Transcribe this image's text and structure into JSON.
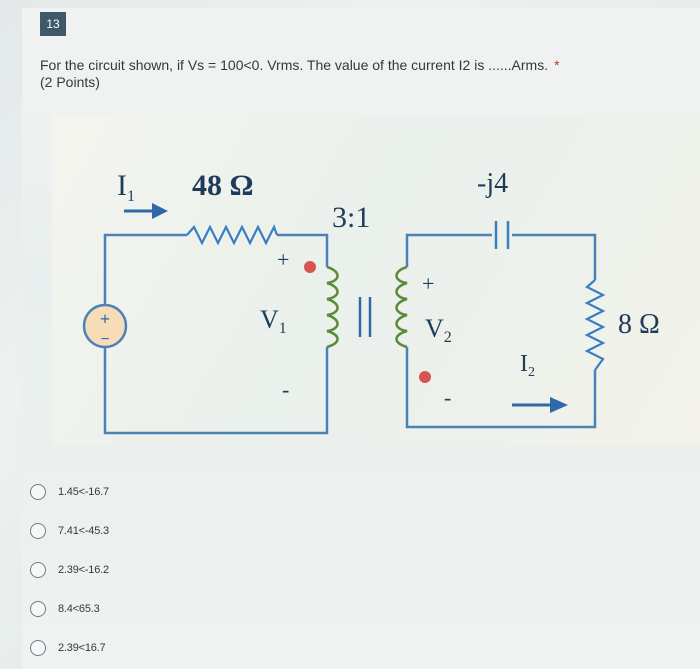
{
  "question": {
    "number": "13",
    "text": "For the circuit shown, if Vs = 100<0. Vrms. The value of the current I2 is ......Arms.",
    "required_mark": "*",
    "points": "(2 Points)"
  },
  "circuit": {
    "current_1": "I",
    "current_1_sub": "1",
    "resistor_1": "48 Ω",
    "ratio": "3:1",
    "capacitor": "-j4",
    "resistor_2": "8 Ω",
    "voltage_1": "V",
    "voltage_1_sub": "1",
    "voltage_2": "V",
    "voltage_2_sub": "2",
    "current_2": "I",
    "current_2_sub": "2",
    "plus": "+",
    "minus": "-",
    "source_plus": "+",
    "source_minus": "−"
  },
  "options": [
    {
      "label": "1.45<-16.7"
    },
    {
      "label": "7.41<-45.3"
    },
    {
      "label": "2.39<-16.2"
    },
    {
      "label": "8.4<65.3"
    },
    {
      "label": "2.39<16.7"
    }
  ],
  "colors": {
    "wire": "#4a82b8",
    "dot": "#d9534f",
    "source_fill": "#f6ddb8",
    "badge": "#3f5968"
  }
}
